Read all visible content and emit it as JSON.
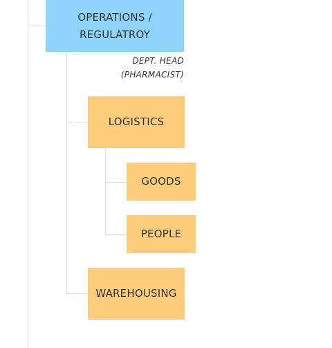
{
  "org_chart": {
    "operations": {
      "line1": "OPERATIONS /",
      "line2": "REGULATROY",
      "note_line1": "DEPT. HEAD",
      "note_line2": "(PHARMACIST)"
    },
    "logistics": {
      "label": "LOGISTICS"
    },
    "goods": {
      "label": "GOODS"
    },
    "people": {
      "label": "PEOPLE"
    },
    "warehousing": {
      "label": "WAREHOUSING"
    }
  },
  "colors": {
    "operations_box": "#8fd3ff",
    "unit_box": "#fecd7c",
    "connector": "#dcdcdc"
  }
}
